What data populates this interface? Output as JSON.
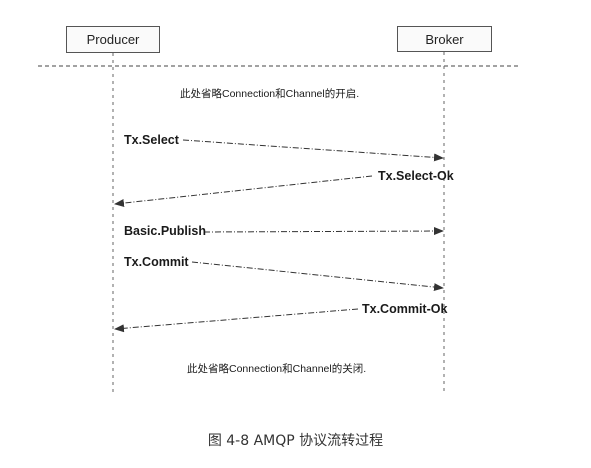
{
  "participants": {
    "producer": "Producer",
    "broker": "Broker"
  },
  "notes": {
    "open": "此处省略Connection和Channel的开启.",
    "close": "此处省略Connection和Channel的关闭."
  },
  "messages": [
    {
      "label": "Tx.Select",
      "from": "Producer",
      "to": "Broker"
    },
    {
      "label": "Tx.Select-Ok",
      "from": "Broker",
      "to": "Producer"
    },
    {
      "label": "Basic.Publish",
      "from": "Producer",
      "to": "Broker"
    },
    {
      "label": "Tx.Commit",
      "from": "Producer",
      "to": "Broker"
    },
    {
      "label": "Tx.Commit-Ok",
      "from": "Broker",
      "to": "Producer"
    }
  ],
  "caption": "图 4-8   AMQP 协议流转过程"
}
